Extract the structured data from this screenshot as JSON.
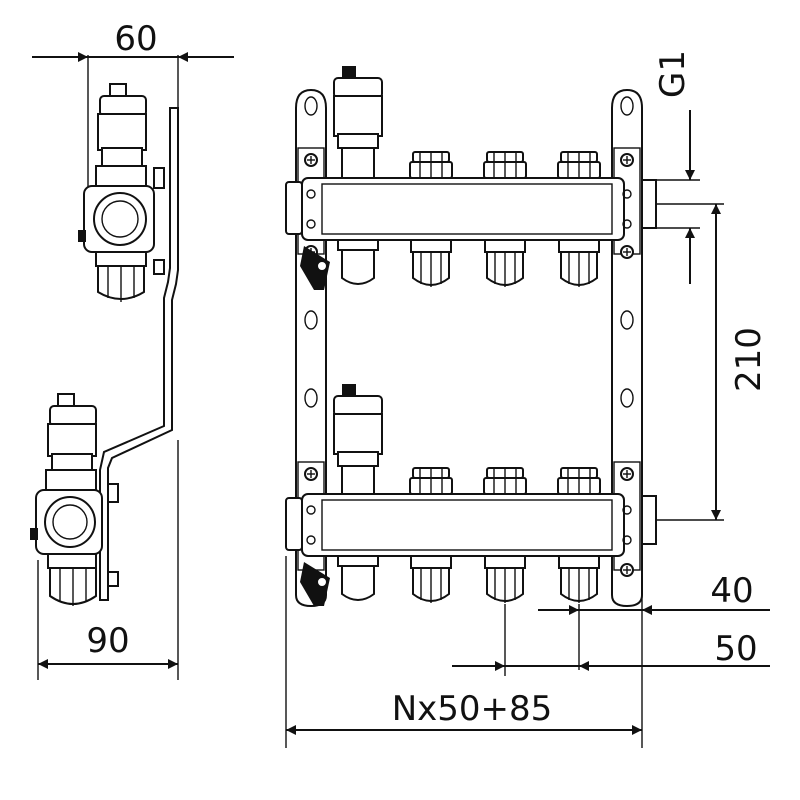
{
  "dimensions": {
    "side_top_width": "60",
    "side_bottom_width": "90",
    "thread": "G1",
    "vertical_spacing": "210",
    "outlet_offset": "40",
    "outlet_pitch": "50",
    "total_length_formula": "Nx50+85"
  },
  "colors": {
    "line": "#111111",
    "background": "#ffffff"
  }
}
